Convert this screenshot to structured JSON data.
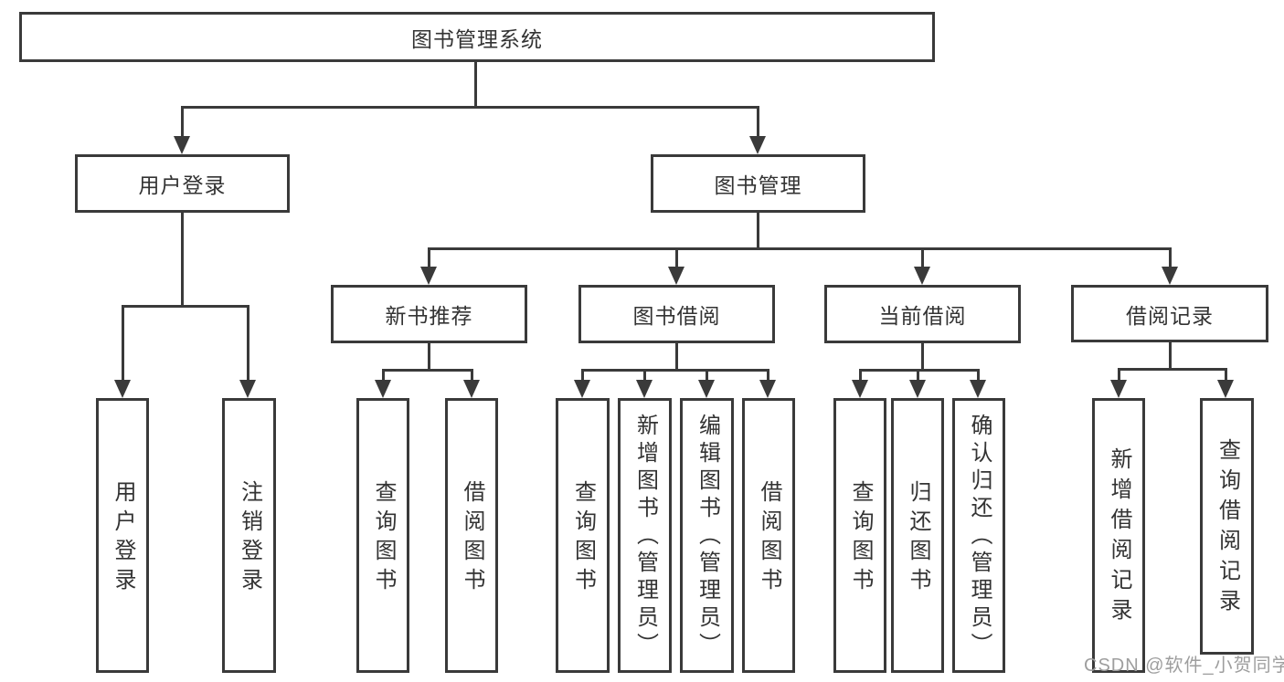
{
  "diagram": {
    "root": "图书管理系统",
    "level2": [
      "用户登录",
      "图书管理"
    ],
    "level3": [
      "新书推荐",
      "图书借阅",
      "当前借阅",
      "借阅记录"
    ],
    "leaves": [
      "用户登录",
      "注销登录",
      "查询图书",
      "借阅图书",
      "查询图书",
      "新增图书（管理员）",
      "编辑图书（管理员）",
      "借阅图书",
      "查询图书",
      "归还图书",
      "确认归还（管理员）",
      "新增借阅记录",
      "查询借阅记录"
    ]
  },
  "watermark": "CSDN @软件_小贺同学",
  "colors": {
    "line": "#3a3a3a",
    "text": "#333333",
    "watermark": "#9e9e9e",
    "background": "#ffffff"
  }
}
